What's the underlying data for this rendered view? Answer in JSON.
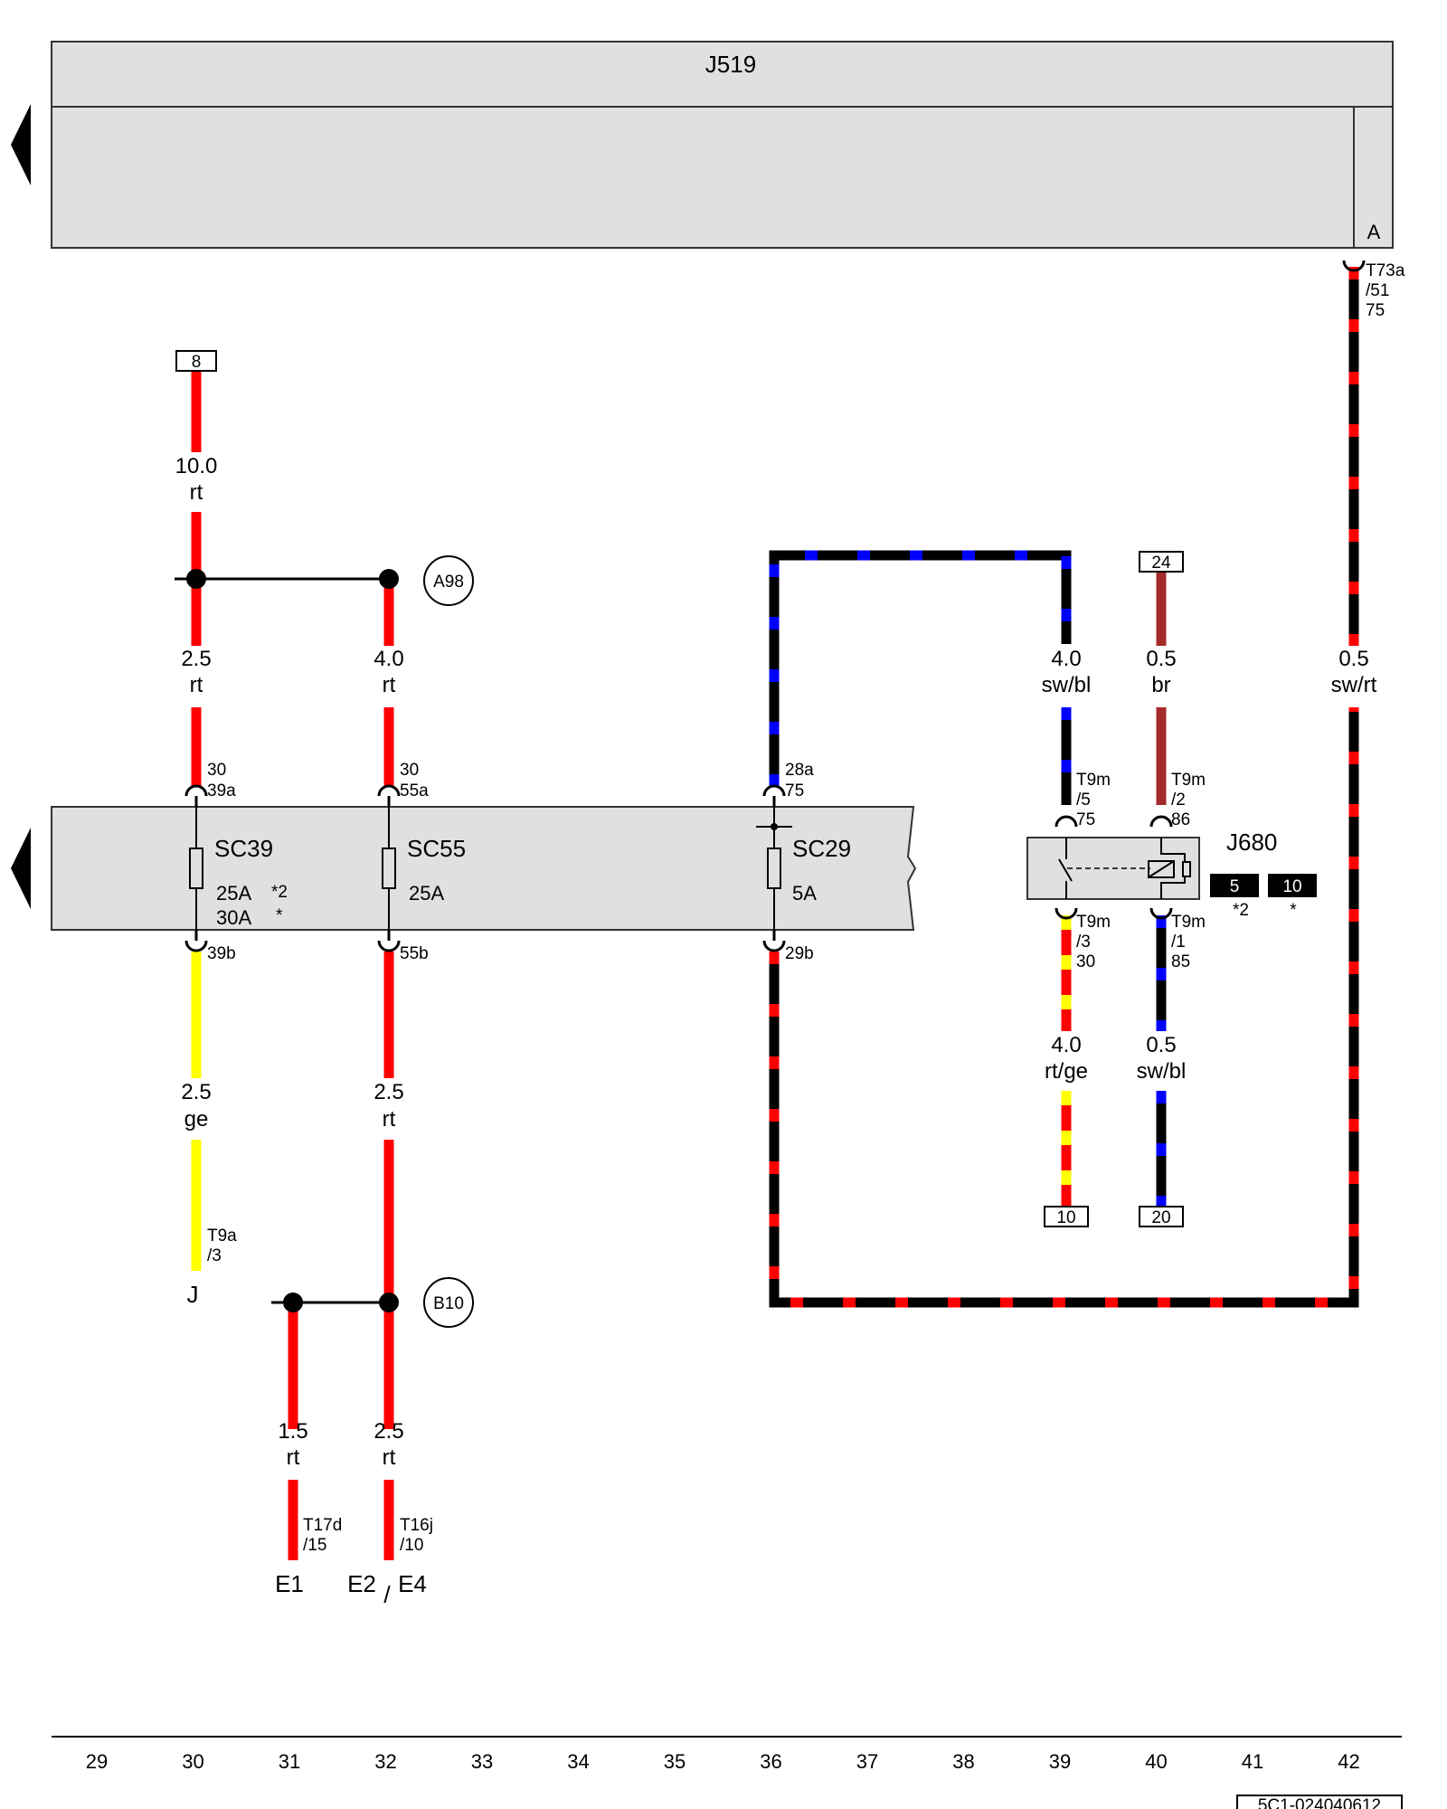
{
  "control_unit": {
    "name": "J519",
    "connector": "A",
    "pin": [
      "T73a",
      "/51",
      "75"
    ]
  },
  "fuse_box": {
    "fuses": [
      {
        "name": "SC39",
        "rating": [
          "25A",
          "30A"
        ],
        "notes": [
          "*2",
          "*"
        ],
        "top": [
          "30",
          "39a"
        ],
        "bottom": "39b"
      },
      {
        "name": "SC55",
        "rating": [
          "25A"
        ],
        "top": [
          "30",
          "55a"
        ],
        "bottom": "55b"
      },
      {
        "name": "SC29",
        "rating": [
          "5A"
        ],
        "top": [
          "28a",
          "75"
        ],
        "bottom": "29b"
      }
    ]
  },
  "relay": {
    "name": "J680",
    "pins": [
      [
        "T9m",
        "/5",
        "75"
      ],
      [
        "T9m",
        "/2",
        "86"
      ],
      [
        "T9m",
        "/3",
        "30"
      ],
      [
        "T9m",
        "/1",
        "85"
      ]
    ],
    "tags": [
      {
        "box": "5",
        "note": "*2"
      },
      {
        "box": "10",
        "note": "*"
      }
    ]
  },
  "wires": [
    {
      "size": "10.0",
      "color": "rt"
    },
    {
      "size": "2.5",
      "color": "rt"
    },
    {
      "size": "4.0",
      "color": "rt"
    },
    {
      "size": "4.0",
      "color": "sw/bl"
    },
    {
      "size": "0.5",
      "color": "br"
    },
    {
      "size": "0.5",
      "color": "sw/rt"
    },
    {
      "size": "2.5",
      "color": "ge"
    },
    {
      "size": "2.5",
      "color": "rt"
    },
    {
      "size": "4.0",
      "color": "rt/ge"
    },
    {
      "size": "0.5",
      "color": "sw/bl"
    },
    {
      "size": "1.5",
      "color": "rt"
    },
    {
      "size": "2.5",
      "color": "rt"
    }
  ],
  "connectors": {
    "t9a": [
      "T9a",
      "/3"
    ],
    "t17d": [
      "T17d",
      "/15"
    ],
    "t16j": [
      "T16j",
      "/10"
    ]
  },
  "refs": [
    "8",
    "24",
    "10",
    "20"
  ],
  "grounds": [
    "A98",
    "B10"
  ],
  "components": {
    "j": "J",
    "e1": "E1",
    "e2": "E2",
    "slash": "/",
    "e4": "E4"
  },
  "wire_colors": {
    "rt": "#ff0000",
    "ge": "#ffff00",
    "bl": "#0000ff",
    "sw": "#000000",
    "br": "#a52a2a"
  },
  "columns": [
    "29",
    "30",
    "31",
    "32",
    "33",
    "34",
    "35",
    "36",
    "37",
    "38",
    "39",
    "40",
    "41",
    "42"
  ],
  "doc_id": "5C1-024040612"
}
